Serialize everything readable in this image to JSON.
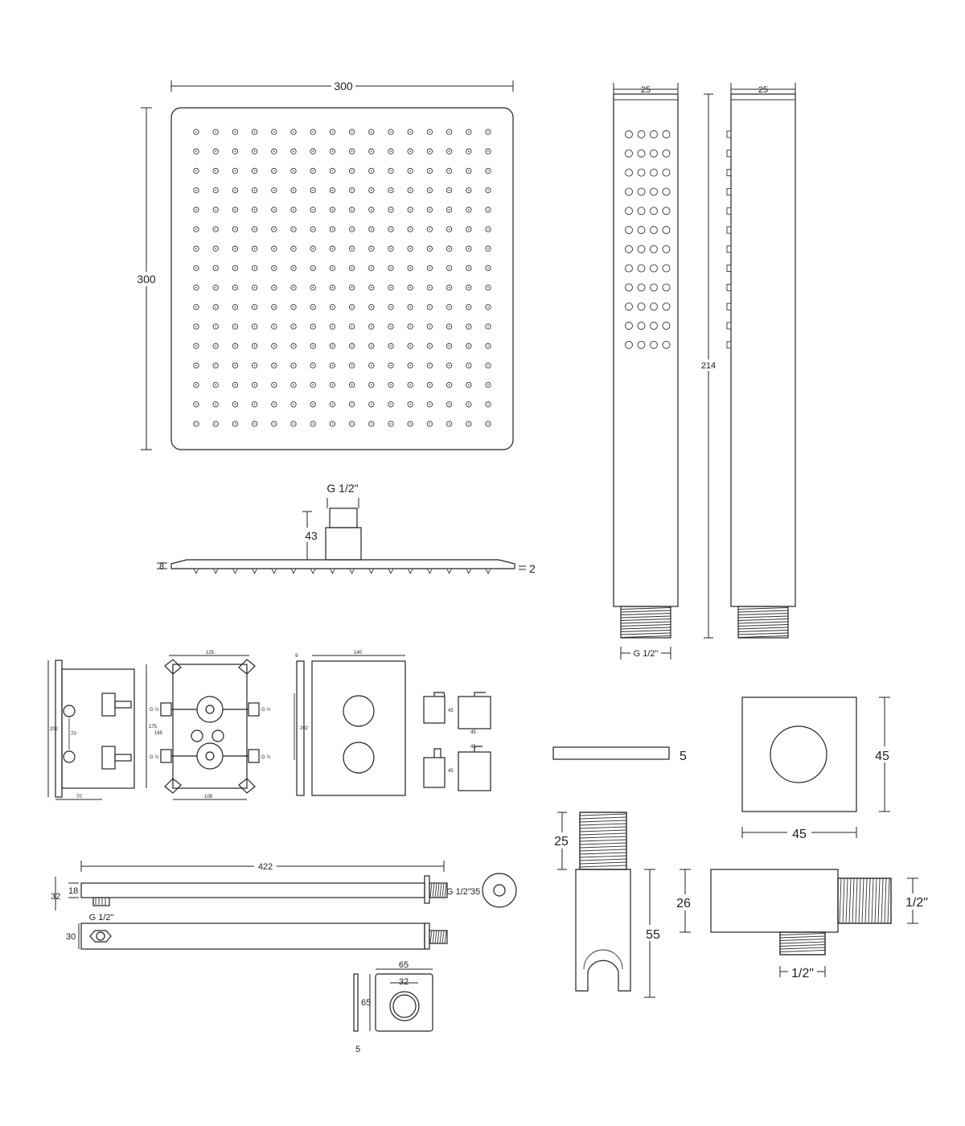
{
  "rain_head": {
    "width": "300",
    "height": "300",
    "connection": "G 1/2\"",
    "arm_height": "43",
    "thickness": "8",
    "edge": "2"
  },
  "hand_shower": {
    "width_front": "25",
    "width_side": "25",
    "length": "214",
    "connection": "G 1/2\""
  },
  "valve": {
    "side_height": "202",
    "side_depth": "70",
    "port_spacing": "70",
    "box_width": "125",
    "box_height_outer": "175",
    "box_height_inner": "165",
    "box_bottom": "108",
    "port_label": "G ½",
    "plate_depth": "9",
    "plate_height": "202",
    "plate_width": "140",
    "knob_w": "45",
    "knob_h": "45",
    "knob_w2": "45",
    "knob_h2": "45"
  },
  "arm": {
    "length": "422",
    "height_front": "18",
    "height_total": "32",
    "connection_top": "G 1/2\"",
    "flange": "35",
    "inlet": "G 1/2\"",
    "height_bottom": "30"
  },
  "arm_plate": {
    "width": "65",
    "inner": "32",
    "height": "65",
    "depth": "5"
  },
  "wall_outlet": {
    "thickness": "5",
    "height": "45",
    "width": "45"
  },
  "holder": {
    "thread": "25",
    "body": "55"
  },
  "elbow": {
    "height": "26",
    "outlet": "1/2\"",
    "inlet": "1/2\""
  },
  "colors": {
    "line": "#222222",
    "background": "#ffffff"
  }
}
